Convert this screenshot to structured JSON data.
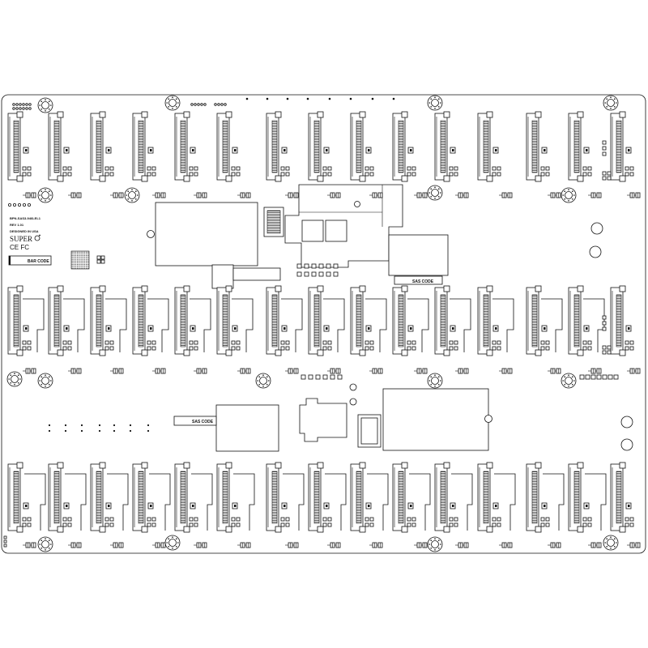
{
  "board": {
    "part_number": "BPN-SAS3-946LEL1",
    "revision": "REV 1.01",
    "designed_in": "DESIGNED IN USA",
    "logo_text": "SUPER",
    "cert_marks": "CE FC",
    "bar_code_label": "BAR CODE",
    "sas_code_label_upper": "SAS CODE",
    "sas_code_label_lower": "SAS CODE"
  }
}
